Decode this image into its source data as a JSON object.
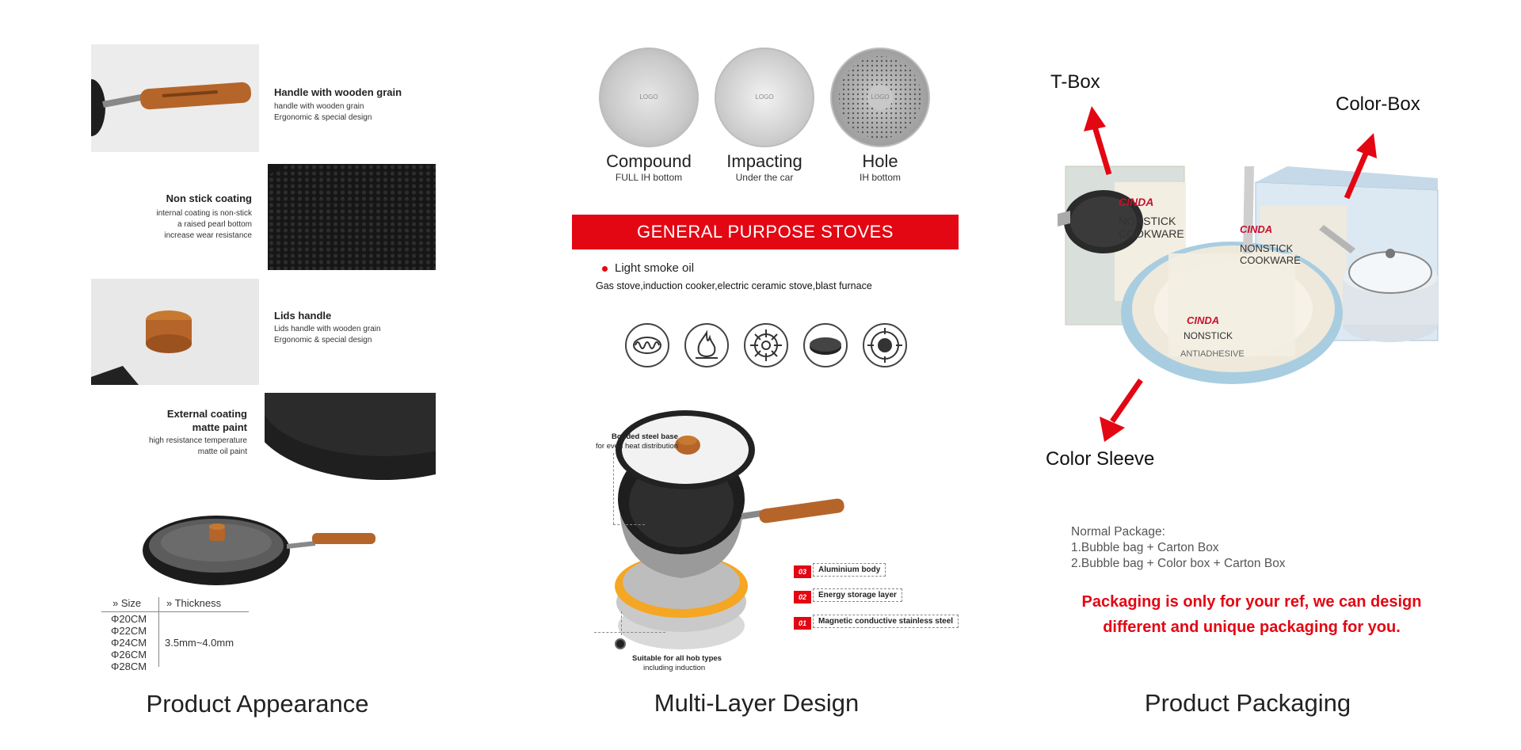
{
  "columns": {
    "appearance": {
      "caption": "Product Appearance",
      "features": [
        {
          "title": "Handle with wooden grain",
          "text": "handle with wooden grain\nErgonomic & special design"
        },
        {
          "title": "Non stick coating",
          "text": "internal coating is non-stick\na raised pearl bottom\nincrease wear resistance"
        },
        {
          "title": "Lids handle",
          "text": "Lids handle with wooden grain\nErgonomic & special design"
        },
        {
          "title": "External coating\nmatte paint",
          "text": "high resistance temperature\nmatte oil paint"
        }
      ],
      "size_table": {
        "headers": [
          "» Size",
          "» Thickness"
        ],
        "sizes": [
          "Φ20CM",
          "Φ22CM",
          "Φ24CM",
          "Φ26CM",
          "Φ28CM"
        ],
        "thickness": "3.5mm~4.0mm"
      }
    },
    "multilayer": {
      "caption": "Multi-Layer Design",
      "bottoms": [
        {
          "title": "Compound",
          "sub": "FULL IH bottom",
          "logo": "LOGO"
        },
        {
          "title": "Impacting",
          "sub": "Under the car",
          "logo": "LOGO"
        },
        {
          "title": "Hole",
          "sub": "IH bottom",
          "logo": "LOGO"
        }
      ],
      "banner": "GENERAL PURPOSE STOVES",
      "bullet": "Light smoke oil",
      "stoves_line": "Gas stove,induction cooker,electric ceramic stove,blast furnace",
      "hob_icons": [
        "coil-hob-icon",
        "flame-icon",
        "gas-burner-icon",
        "ceramic-plate-icon",
        "induction-hob-icon"
      ],
      "base_label": {
        "title": "Bonded steel base",
        "sub": "for even heat distribution"
      },
      "layers": [
        {
          "num": "03",
          "label": "Aluminium body"
        },
        {
          "num": "02",
          "label": "Energy storage layer"
        },
        {
          "num": "01",
          "label": "Magnetic conductive stainless steel"
        }
      ],
      "hob_label": {
        "title": "Suitable for all hob types",
        "sub": "including induction"
      }
    },
    "packaging": {
      "caption": "Product Packaging",
      "arrows": {
        "tbox": "T-Box",
        "colorbox": "Color-Box",
        "sleeve": "Color Sleeve"
      },
      "brand": "CINDA",
      "box_lines": [
        "NONSTICK",
        "COOKWARE",
        "ANTIADHESIVE"
      ],
      "normal_package_title": "Normal Package:",
      "normal_package_items": [
        "1.Bubble bag + Carton Box",
        "2.Bubble bag + Color box + Carton Box"
      ],
      "note_line1": "Packaging is only for your ref, we can design",
      "note_line2": "different and unique packaging for you."
    }
  },
  "colors": {
    "accent_red": "#e30613",
    "wood": "#b5652a",
    "pan_black": "#1e1e1e"
  }
}
